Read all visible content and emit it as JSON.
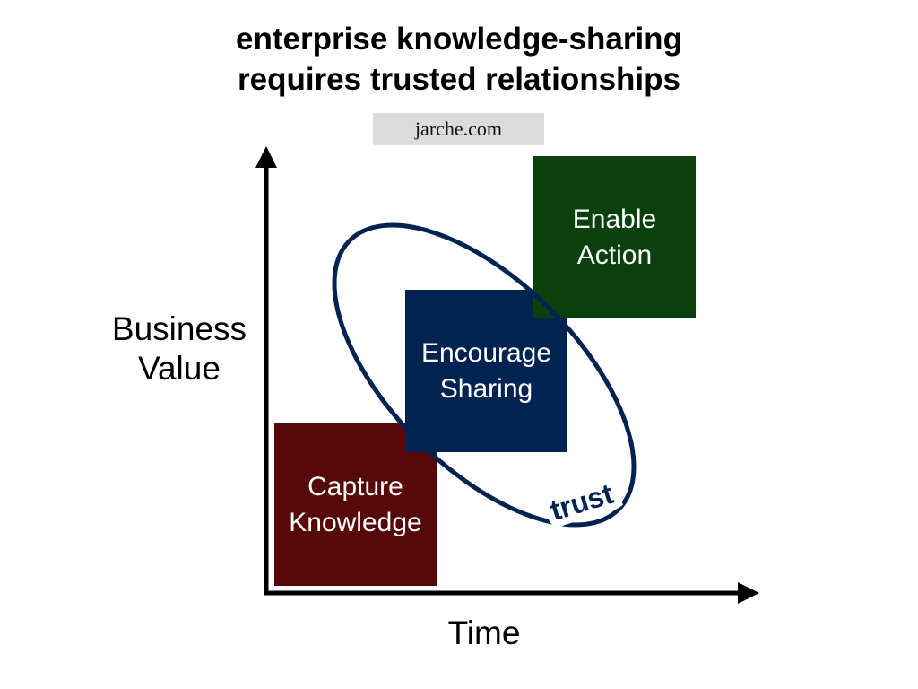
{
  "title": {
    "line1": "enterprise knowledge-sharing",
    "line2": "requires trusted relationships"
  },
  "source": "jarche.com",
  "axes": {
    "y_label_line1": "Business",
    "y_label_line2": "Value",
    "x_label": "Time"
  },
  "boxes": [
    {
      "line1": "Capture",
      "line2": "Knowledge",
      "color": "#570808"
    },
    {
      "line1": "Encourage",
      "line2": "Sharing",
      "color": "#002352"
    },
    {
      "line1": "Enable",
      "line2": "Action",
      "color": "#0a400e"
    }
  ],
  "ellipse": {
    "label": "trust",
    "color": "#002352"
  }
}
